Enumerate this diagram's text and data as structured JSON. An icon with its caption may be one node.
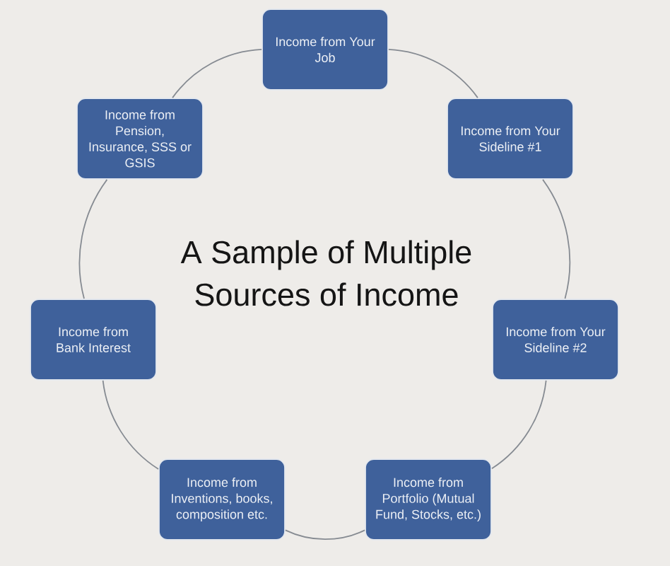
{
  "diagram": {
    "title": "A Sample of Multiple Sources of Income",
    "nodes": [
      {
        "text": [
          "Income from Your Job"
        ]
      },
      {
        "text": [
          "Income from Your Sideline #1"
        ]
      },
      {
        "text": [
          "Income from Your Sideline #2"
        ]
      },
      {
        "text": [
          "Income from Portfolio (Mutual Fund, Stocks, etc.)"
        ]
      },
      {
        "text": [
          "Income from Inventions, books, composition etc."
        ]
      },
      {
        "text": [
          "Income from Bank Interest"
        ]
      },
      {
        "text": [
          "Income from Pension, Insurance, SSS or GSIS"
        ]
      }
    ],
    "edges": [
      {
        "from": 0,
        "to": 1,
        "arrow": "none"
      },
      {
        "from": 1,
        "to": 2,
        "arrow": "none"
      },
      {
        "from": 2,
        "to": 3,
        "arrow": "none"
      },
      {
        "from": 3,
        "to": 4,
        "arrow": "none"
      },
      {
        "from": 4,
        "to": 5,
        "arrow": "none"
      },
      {
        "from": 5,
        "to": 6,
        "arrow": "none"
      },
      {
        "from": 6,
        "to": 0,
        "arrow": "none"
      }
    ]
  }
}
